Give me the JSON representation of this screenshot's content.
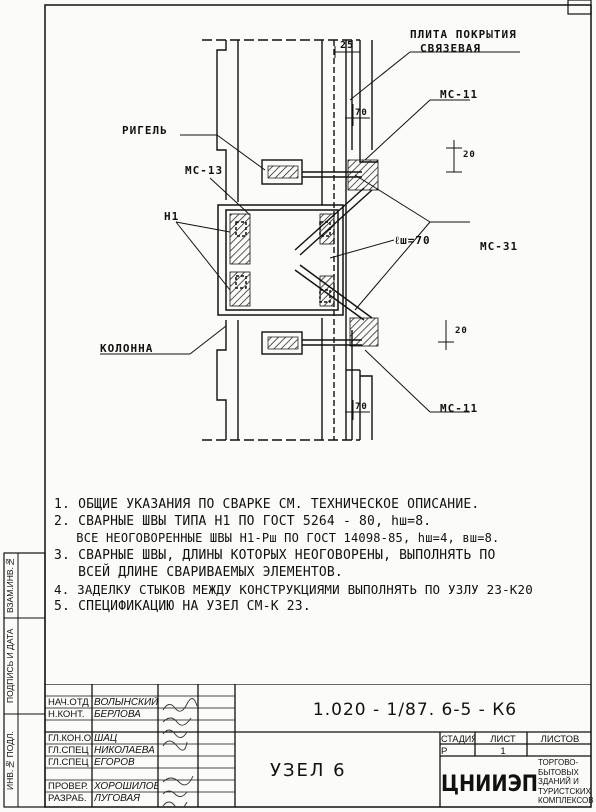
{
  "drawing": {
    "labels": {
      "slab": "ПЛИТА ПОКРЫТИЯ",
      "slab2": "СВЯЗЕВАЯ",
      "dim25": "25",
      "beam": "РИГЕЛЬ",
      "ms11_top": "МС-11",
      "ms13": "МС-13",
      "n1": "Н1",
      "lsh": "ℓш=70",
      "ms31": "МС-31",
      "column": "КОЛОННА",
      "ms11_bot": "МС-11",
      "d70_top": "70",
      "d70_bot": "70",
      "d20_top": "20",
      "d20_bot": "20"
    }
  },
  "notes": [
    "1. ОБЩИЕ УКАЗАНИЯ ПО СВАРКЕ СМ. ТЕХНИЧЕСКОЕ ОПИСАНИЕ.",
    "2. СВАРНЫЕ ШВЫ ТИПА Н1 ПО ГОСТ 5264 - 80, hш=8.",
    "   ВСЕ НЕОГОВОРЕННЫЕ ШВЫ Н1-Рш ПО ГОСТ 14098-85, hш=4, вш=8.",
    "3. СВАРНЫЕ ШВЫ, ДЛИНЫ КОТОРЫХ НЕОГОВОРЕНЫ, ВЫПОЛНЯТЬ ПО",
    "   ВСЕЙ ДЛИНЕ СВАРИВАЕМЫХ ЭЛЕМЕНТОВ.",
    "4. ЗАДЕЛКУ СТЫКОВ МЕЖДУ КОНСТРУКЦИЯМИ ВЫПОЛНЯТЬ ПО УЗЛУ 23-К20",
    "5. СПЕЦИФИКАЦИЮ НА УЗЕЛ СМ-К 23."
  ],
  "side_stamps": [
    "ИНВ.№ ПОДЛ.",
    "ПОДПИСЬ И ДАТА",
    "ВЗАМ.ИНВ.№"
  ],
  "title_block": {
    "doc_number": "1.020 - 1/87. 6-5 - К6",
    "sheet_title": "УЗЕЛ 6",
    "org": "ЦНИИЭП",
    "org_desc": [
      "ТОРГОВО-",
      "БЫТОВЫХ",
      "ЗДАНИЙ И",
      "ТУРИСТСКИХ",
      "КОМПЛЕКСОВ"
    ],
    "stage_header": "СТАДИЯ",
    "sheet_header": "ЛИСТ",
    "sheets_header": "ЛИСТОВ",
    "stage": "Р",
    "sheet": "1",
    "sheets": "",
    "roles": [
      {
        "role": "НАЧ.ОТД",
        "name": "ВОЛЫНСКИЙ"
      },
      {
        "role": "Н.КОНТ.",
        "name": "БЕРЛОВА"
      },
      {
        "role": "ГЛ.КОН.ОТ",
        "name": "ШАЦ"
      },
      {
        "role": "ГЛ.СПЕЦ",
        "name": "НИКОЛАЕВА"
      },
      {
        "role": "ГЛ.СПЕЦ",
        "name": "ЕГОРОВ"
      },
      {
        "role": "ПРОВЕР.",
        "name": "ХОРОШИЛОВА"
      },
      {
        "role": "РАЗРАБ.",
        "name": "ЛУГОВАЯ"
      }
    ]
  }
}
